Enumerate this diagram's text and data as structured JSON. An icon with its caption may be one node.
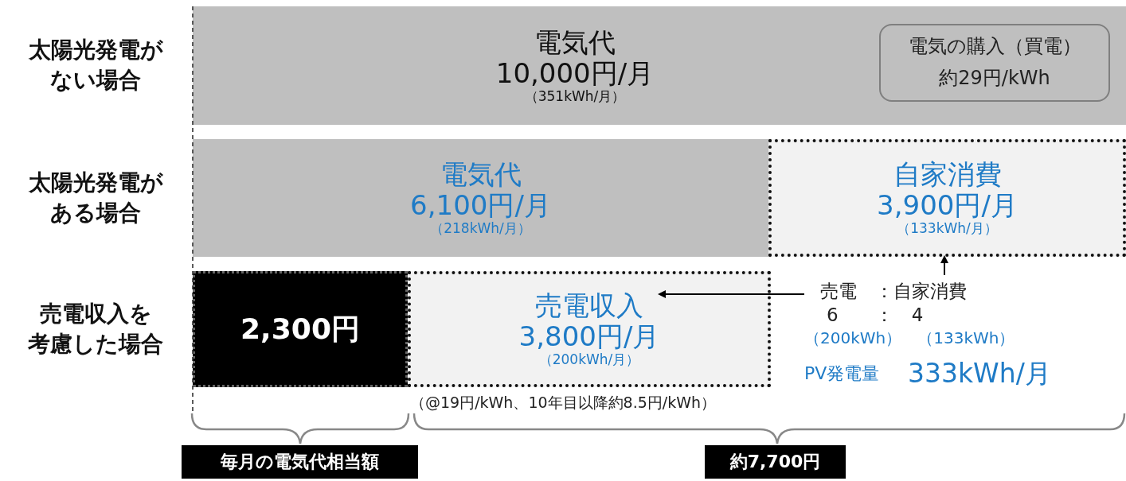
{
  "diagram": {
    "nodes": [
      {
        "text": [
          "電気代",
          "10,000円/月",
          "（351kWh/月）"
        ]
      },
      {
        "text": [
          "電気の購入（買電）",
          "約29円/kWh"
        ],
        "in": 0
      },
      {
        "text": [
          "電気代",
          "6,100円/月",
          "（218kWh/月）"
        ]
      },
      {
        "text": [
          "自家消費",
          "3,900円/月",
          "（133kWh/月）"
        ]
      },
      {
        "text": [
          "2,300円"
        ]
      },
      {
        "text": [
          "売電収入",
          "3,800円/月",
          "（200kWh/月）"
        ]
      },
      {
        "text": [
          "売電　：自家消費",
          "6　　：　4",
          "（200kWh）　（133kWh）"
        ]
      }
    ],
    "edges": [
      {
        "from": 6,
        "to": 5,
        "arrow": "to"
      },
      {
        "from": 6,
        "to": 3,
        "arrow": "to"
      }
    ],
    "labels": [
      "太陽光発電がない場合",
      "太陽光発電がある場合",
      "売電収入を考慮した場合",
      "PV発電量",
      "333kWh/月",
      "（@19円/kWh、10年目以降約8.5円/kWh）",
      "毎月の電気代相当額",
      "約7,700円"
    ]
  }
}
